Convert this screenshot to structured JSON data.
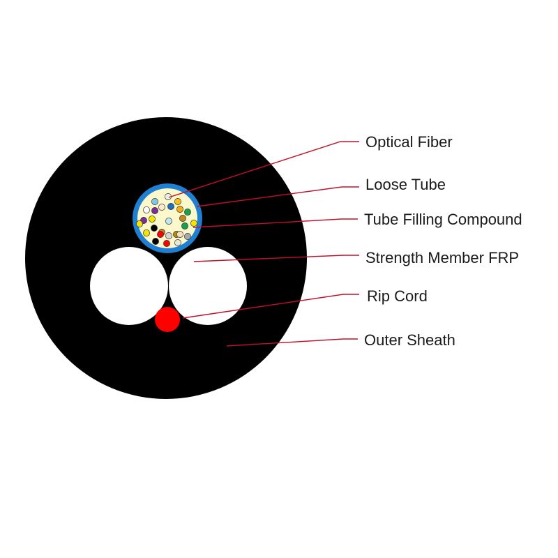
{
  "labels": {
    "optical_fiber": "Optical Fiber",
    "loose_tube": "Loose Tube",
    "tube_filling_compound": "Tube Filling Compound",
    "strength_member_frp": "Strength Member FRP",
    "rip_cord": "Rip Cord",
    "outer_sheath": "Outer Sheath"
  },
  "colors": {
    "outer_sheath": "#000000",
    "loose_tube": "#1f7fd0",
    "filling_compound": "#fbf8cc",
    "strength_member": "#ffffff",
    "rip_cord": "#ff0000",
    "leader_line": "#c0102a"
  },
  "fibers": [
    {
      "color": "#e9efe6"
    },
    {
      "color": "#7ec9e8"
    },
    {
      "color": "#f2c318"
    },
    {
      "color": "#ffffff"
    },
    {
      "color": "#7b2e9a"
    },
    {
      "color": "#fde9d0"
    },
    {
      "color": "#1e6fc1"
    },
    {
      "color": "#f0b01a"
    },
    {
      "color": "#18a04a"
    },
    {
      "color": "#7b2e9a"
    },
    {
      "color": "#f2e600"
    },
    {
      "color": "#bfe9f0"
    },
    {
      "color": "#c08a18"
    },
    {
      "color": "#18a04a"
    },
    {
      "color": "#f2e600"
    },
    {
      "color": "#000000"
    },
    {
      "color": "#c97b2a"
    },
    {
      "color": "#b58a10"
    },
    {
      "color": "#f2e600"
    },
    {
      "color": "#ff0000"
    },
    {
      "color": "#d8d8d8"
    },
    {
      "color": "#f2e0c0"
    },
    {
      "color": "#a8a8a8"
    },
    {
      "color": "#000000"
    },
    {
      "color": "#ff0000"
    },
    {
      "color": "#e9e6d8"
    },
    {
      "color": "#f2e600"
    }
  ]
}
